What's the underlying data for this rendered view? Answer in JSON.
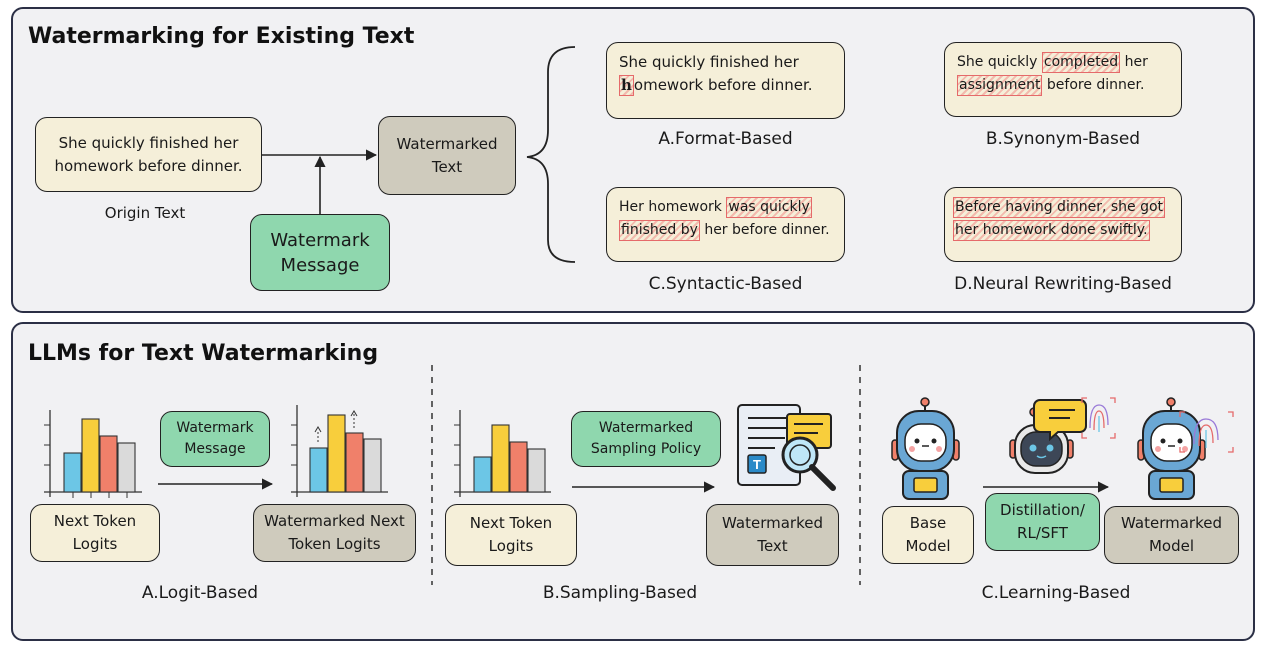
{
  "top_panel": {
    "title": "Watermarking for Existing Text",
    "origin_text": "She quickly finished her homework before dinner.",
    "origin_label": "Origin Text",
    "watermark_message": "Watermark Message",
    "watermarked_text": "Watermarked Text",
    "methods": [
      {
        "label": "A.Format-Based",
        "line1": "She quickly finished her",
        "mark": "h",
        "line2_rest": "omework before  dinner."
      },
      {
        "label": "B.Synonym-Based",
        "pre": "She quickly ",
        "mark1": "completed",
        "mid": " her",
        "mark2": "assignment",
        "post": " before dinner."
      },
      {
        "label": "C.Syntactic-Based",
        "pre": "Her homework ",
        "mark1": "was quickly",
        "mark2": "finished by",
        "post": " her before dinner."
      },
      {
        "label": "D.Neural Rewriting-Based",
        "mark1": "Before having dinner, she got",
        "mark2": "her homework done swiftly."
      }
    ]
  },
  "bottom_panel": {
    "title": "LLMs for Text Watermarking",
    "logit": {
      "input": "Next Token Logits",
      "message": "Watermark Message",
      "output": "Watermarked Next Token Logits",
      "label": "A.Logit-Based"
    },
    "sampling": {
      "input": "Next Token Logits",
      "policy": "Watermarked Sampling Policy",
      "output": "Watermarked Text",
      "label": "B.Sampling-Based"
    },
    "learning": {
      "base": "Base Model",
      "method": "Distillation/ RL/SFT",
      "output": "Watermarked Model",
      "label": "C.Learning-Based"
    }
  },
  "colors": {
    "border": "#2b2f45",
    "cream": "#f5efd9",
    "gray_box": "#cfcbbd",
    "green": "#8fd7ae",
    "bar_blue": "#6cc6e6",
    "bar_yellow": "#f8ce3c",
    "bar_red": "#f0806a",
    "bar_gray": "#dadada",
    "highlight": "#e56a6a"
  },
  "icons": [
    "bar-chart-icon",
    "document-search-icon",
    "robot-icon",
    "robot-chat-icon",
    "fingerprint-icon"
  ]
}
